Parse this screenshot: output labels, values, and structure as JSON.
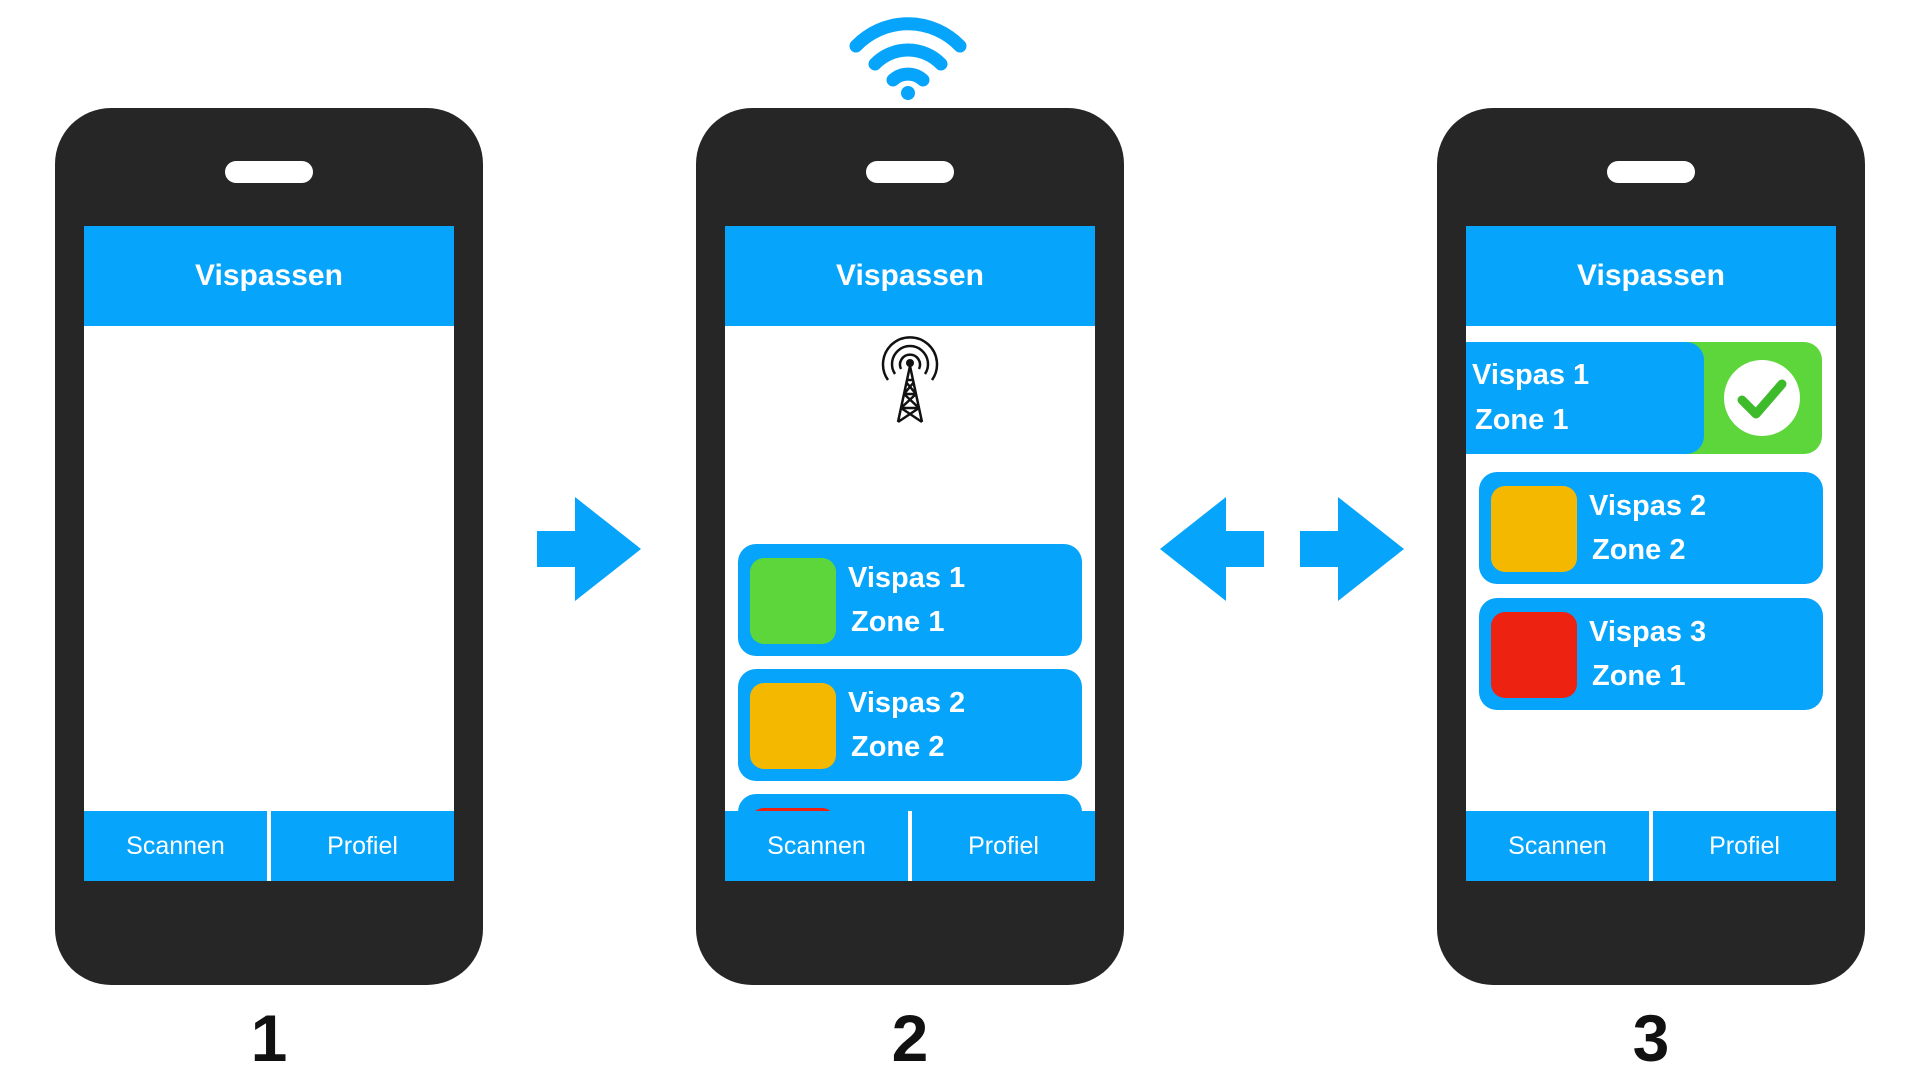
{
  "app_title": "Vispassen",
  "tabs": {
    "scan_label": "Scannen",
    "profile_label": "Profiel"
  },
  "steps": [
    "1",
    "2",
    "3"
  ],
  "passes": [
    {
      "name": "Vispas 1",
      "zone": "Zone 1",
      "status_color": "#5cd63a"
    },
    {
      "name": "Vispas 2",
      "zone": "Zone 2",
      "status_color": "#f5b800"
    },
    {
      "name": "Vispas 3",
      "zone": "Zone 1",
      "status_color": "#ee2211"
    }
  ],
  "colors": {
    "accent": "#06a4fb",
    "phone_body": "#262626",
    "confirm": "#5cd63a"
  },
  "icons": [
    "wifi-icon",
    "broadcast-tower-icon",
    "arrow-right-icon",
    "arrow-left-icon",
    "checkmark-icon"
  ]
}
